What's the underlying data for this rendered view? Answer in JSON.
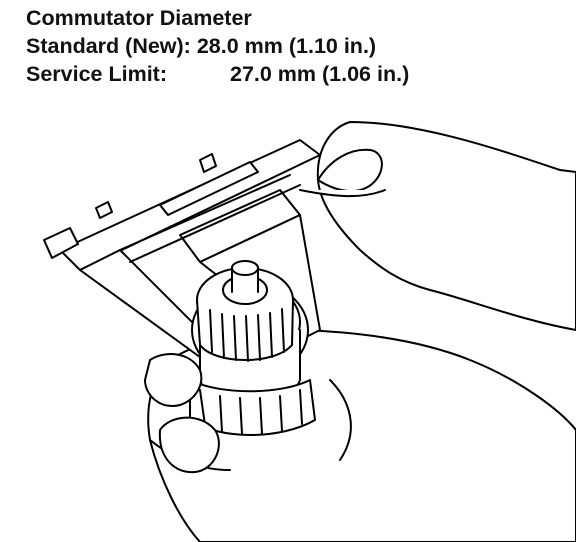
{
  "spec": {
    "title": "Commutator Diameter",
    "standard": {
      "label": "Standard (New):",
      "value": "28.0 mm (1.10 in.)"
    },
    "service": {
      "label": "Service Limit:",
      "value": "27.0 mm (1.06 in.)"
    }
  },
  "illustration": {
    "subject": "caliper measuring commutator diameter held in hands",
    "line_color": "#000000",
    "fill_color": "#ffffff"
  }
}
